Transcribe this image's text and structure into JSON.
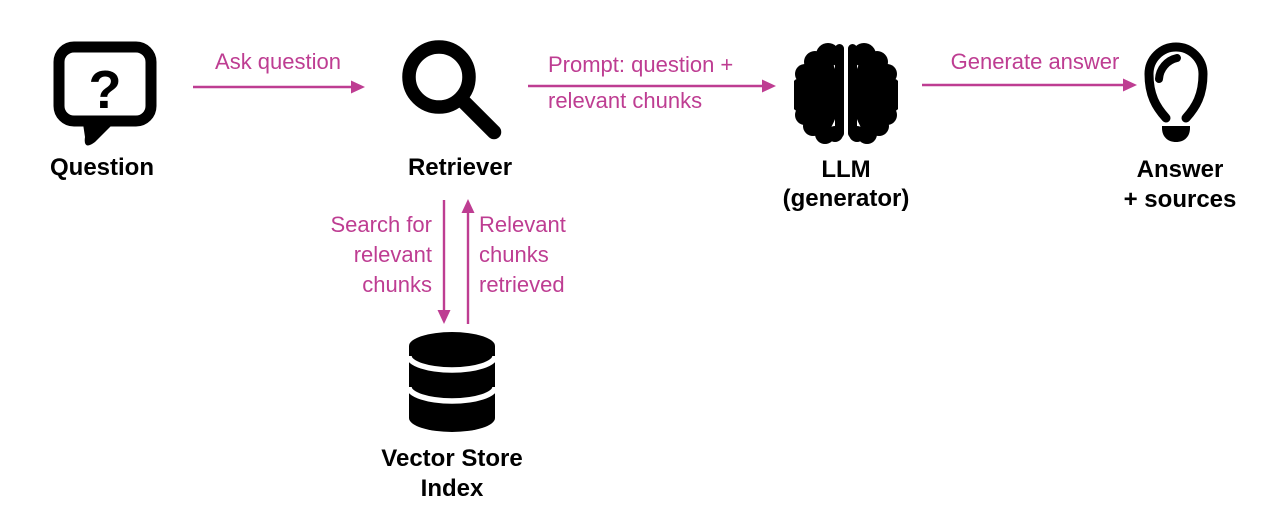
{
  "diagram": {
    "type": "flowchart",
    "colors": {
      "accent": "#BE3D92",
      "ink": "#000000",
      "background": "#FFFFFF"
    },
    "nodes": {
      "question": {
        "icon": "speech-bubble-question-icon",
        "glyph": "?",
        "label": "Question"
      },
      "retriever": {
        "icon": "magnifier-icon",
        "label": "Retriever"
      },
      "llm": {
        "icon": "brain-icon",
        "label": "LLM\n(generator)"
      },
      "answer": {
        "icon": "lightbulb-icon",
        "label": "Answer\n+ sources"
      },
      "vector_store": {
        "icon": "database-icon",
        "label": "Vector Store\nIndex"
      }
    },
    "edges": {
      "ask_question": {
        "from": "question",
        "to": "retriever",
        "direction": "right",
        "label": "Ask question"
      },
      "prompt": {
        "from": "retriever",
        "to": "llm",
        "direction": "right",
        "label_top": "Prompt: question +",
        "label_bottom": "relevant chunks"
      },
      "generate_answer": {
        "from": "llm",
        "to": "answer",
        "direction": "right",
        "label": "Generate answer"
      },
      "search_chunks": {
        "from": "retriever",
        "to": "vector_store",
        "direction": "down",
        "label": "Search for\nrelevant\nchunks"
      },
      "chunks_retrieved": {
        "from": "vector_store",
        "to": "retriever",
        "direction": "up",
        "label": "Relevant\nchunks\nretrieved"
      }
    }
  }
}
